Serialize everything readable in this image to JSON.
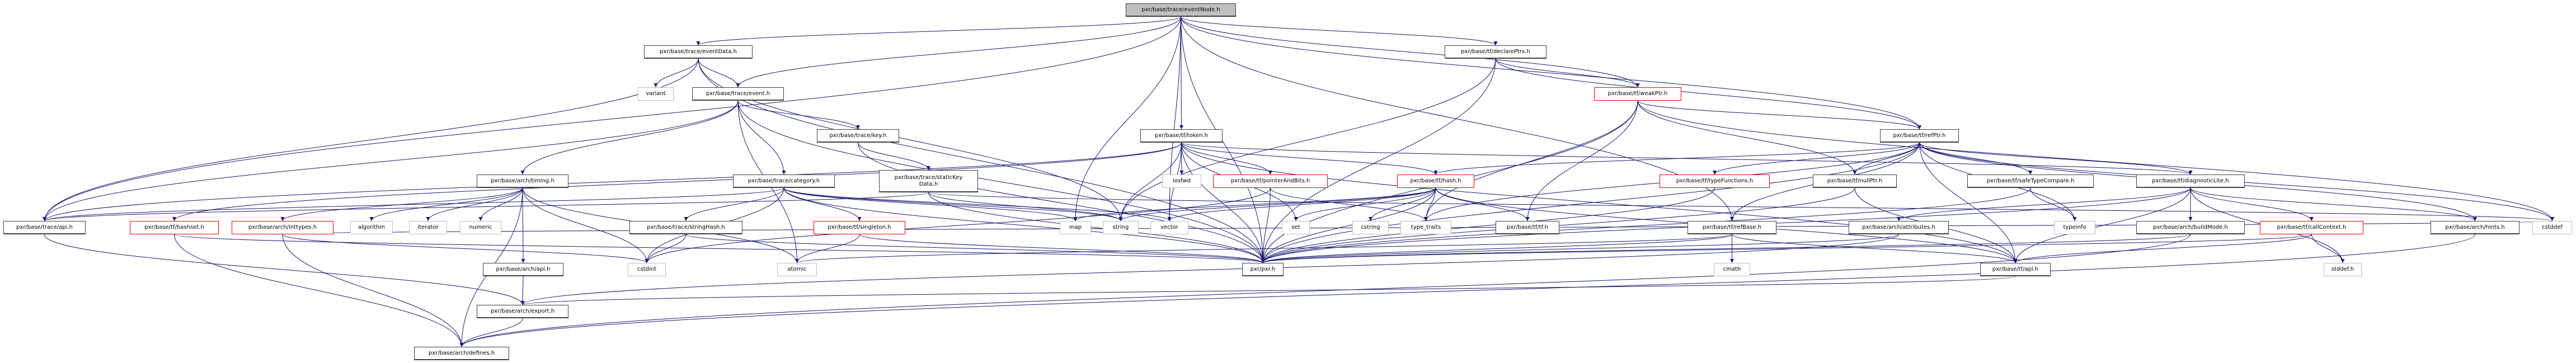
{
  "graph": {
    "title": "pxr/base/trace/eventNode.h",
    "colors": {
      "edge": "#191970",
      "root_fill": "#bfbfbf",
      "normal_border": "#404040",
      "truncated_border": "#ff0000",
      "system_border": "#bfbfbf"
    },
    "nodes": [
      {
        "id": "eventNode",
        "label": "pxr/base/trace/eventNode.h",
        "kind": "root"
      },
      {
        "id": "eventData",
        "label": "pxr/base/trace/eventData.h",
        "kind": "normal"
      },
      {
        "id": "declarePtrs",
        "label": "pxr/base/tf/declarePtrs.h",
        "kind": "normal"
      },
      {
        "id": "variant",
        "label": "variant",
        "kind": "sys"
      },
      {
        "id": "event",
        "label": "pxr/base/trace/event.h",
        "kind": "normal"
      },
      {
        "id": "weakPtr",
        "label": "pxr/base/tf/weakPtr.h",
        "kind": "red"
      },
      {
        "id": "key",
        "label": "pxr/base/trace/key.h",
        "kind": "normal"
      },
      {
        "id": "token",
        "label": "pxr/base/tf/token.h",
        "kind": "normal"
      },
      {
        "id": "refPtr",
        "label": "pxr/base/tf/refPtr.h",
        "kind": "normal"
      },
      {
        "id": "timing",
        "label": "pxr/base/arch/timing.h",
        "kind": "normal"
      },
      {
        "id": "category",
        "label": "pxr/base/trace/category.h",
        "kind": "normal"
      },
      {
        "id": "staticKeyData",
        "label": "pxr/base/trace/staticKey\nData.h",
        "kind": "normal"
      },
      {
        "id": "iosfwd",
        "label": "iosfwd",
        "kind": "sys"
      },
      {
        "id": "pointerAndBits",
        "label": "pxr/base/tf/pointerAndBits.h",
        "kind": "red"
      },
      {
        "id": "hash",
        "label": "pxr/base/tf/hash.h",
        "kind": "red"
      },
      {
        "id": "typeFunctions",
        "label": "pxr/base/tf/typeFunctions.h",
        "kind": "red"
      },
      {
        "id": "nullPtr",
        "label": "pxr/base/tf/nullPtr.h",
        "kind": "normal"
      },
      {
        "id": "safeTypeCompare",
        "label": "pxr/base/tf/safeTypeCompare.h",
        "kind": "normal"
      },
      {
        "id": "diagnosticLite",
        "label": "pxr/base/tf/diagnosticLite.h",
        "kind": "normal"
      },
      {
        "id": "traceApi",
        "label": "pxr/base/trace/api.h",
        "kind": "normal"
      },
      {
        "id": "hashset",
        "label": "pxr/base/tf/hashset.h",
        "kind": "red"
      },
      {
        "id": "inttypes",
        "label": "pxr/base/arch/inttypes.h",
        "kind": "red"
      },
      {
        "id": "algorithm",
        "label": "algorithm",
        "kind": "sys"
      },
      {
        "id": "iterator",
        "label": "iterator",
        "kind": "sys"
      },
      {
        "id": "numeric",
        "label": "numeric",
        "kind": "sys"
      },
      {
        "id": "stringHash",
        "label": "pxr/base/trace/stringHash.h",
        "kind": "normal"
      },
      {
        "id": "singleton",
        "label": "pxr/base/tf/singleton.h",
        "kind": "red"
      },
      {
        "id": "map",
        "label": "map",
        "kind": "sys"
      },
      {
        "id": "string",
        "label": "string",
        "kind": "sys"
      },
      {
        "id": "vector",
        "label": "vector",
        "kind": "sys"
      },
      {
        "id": "set",
        "label": "set",
        "kind": "sys"
      },
      {
        "id": "cstring",
        "label": "cstring",
        "kind": "sys"
      },
      {
        "id": "type_traits",
        "label": "type_traits",
        "kind": "sys"
      },
      {
        "id": "tf",
        "label": "pxr/base/tf/tf.h",
        "kind": "normal"
      },
      {
        "id": "refBase",
        "label": "pxr/base/tf/refBase.h",
        "kind": "normal"
      },
      {
        "id": "attributes",
        "label": "pxr/base/arch/attributes.h",
        "kind": "normal"
      },
      {
        "id": "typeinfo",
        "label": "typeinfo",
        "kind": "sys"
      },
      {
        "id": "buildMode",
        "label": "pxr/base/arch/buildMode.h",
        "kind": "normal"
      },
      {
        "id": "callContext",
        "label": "pxr/base/tf/callContext.h",
        "kind": "red"
      },
      {
        "id": "hints",
        "label": "pxr/base/arch/hints.h",
        "kind": "normal"
      },
      {
        "id": "cstddef",
        "label": "cstddef",
        "kind": "sys"
      },
      {
        "id": "archApi",
        "label": "pxr/base/arch/api.h",
        "kind": "normal"
      },
      {
        "id": "cstdint",
        "label": "cstdint",
        "kind": "sys"
      },
      {
        "id": "atomic",
        "label": "atomic",
        "kind": "sys"
      },
      {
        "id": "pxr",
        "label": "pxr/pxr.h",
        "kind": "normal"
      },
      {
        "id": "cmath",
        "label": "cmath",
        "kind": "sys"
      },
      {
        "id": "tfApi",
        "label": "pxr/base/tf/api.h",
        "kind": "normal"
      },
      {
        "id": "stddef",
        "label": "stddef.h",
        "kind": "sys"
      },
      {
        "id": "export",
        "label": "pxr/base/arch/export.h",
        "kind": "normal"
      },
      {
        "id": "defines",
        "label": "pxr/base/arch/defines.h",
        "kind": "normal"
      }
    ],
    "edges": [
      [
        "eventNode",
        "eventData"
      ],
      [
        "eventNode",
        "declarePtrs"
      ],
      [
        "eventNode",
        "event"
      ],
      [
        "eventNode",
        "traceApi"
      ],
      [
        "eventNode",
        "token"
      ],
      [
        "eventNode",
        "refPtr"
      ],
      [
        "eventNode",
        "weakPtr"
      ],
      [
        "eventNode",
        "pxr"
      ],
      [
        "eventNode",
        "vector"
      ],
      [
        "eventNode",
        "map"
      ],
      [
        "eventNode",
        "refBase"
      ],
      [
        "eventData",
        "variant"
      ],
      [
        "eventData",
        "event"
      ],
      [
        "eventData",
        "traceApi"
      ],
      [
        "eventData",
        "pxr"
      ],
      [
        "eventData",
        "string"
      ],
      [
        "declarePtrs",
        "weakPtr"
      ],
      [
        "declarePtrs",
        "refPtr"
      ],
      [
        "declarePtrs",
        "pxr"
      ],
      [
        "declarePtrs",
        "string"
      ],
      [
        "event",
        "key"
      ],
      [
        "event",
        "category"
      ],
      [
        "event",
        "timing"
      ],
      [
        "event",
        "traceApi"
      ],
      [
        "event",
        "pxr"
      ],
      [
        "event",
        "atomic"
      ],
      [
        "weakPtr",
        "refPtr"
      ],
      [
        "weakPtr",
        "nullPtr"
      ],
      [
        "weakPtr",
        "tf"
      ],
      [
        "weakPtr",
        "pxr"
      ],
      [
        "weakPtr",
        "type_traits"
      ],
      [
        "weakPtr",
        "cstddef"
      ],
      [
        "key",
        "staticKeyData"
      ],
      [
        "key",
        "pxr"
      ],
      [
        "token",
        "pointerAndBits"
      ],
      [
        "token",
        "hash"
      ],
      [
        "token",
        "iosfwd"
      ],
      [
        "token",
        "diagnosticLite"
      ],
      [
        "token",
        "hashset"
      ],
      [
        "token",
        "traceApi"
      ],
      [
        "token",
        "string"
      ],
      [
        "token",
        "vector"
      ],
      [
        "token",
        "set"
      ],
      [
        "token",
        "pxr"
      ],
      [
        "token",
        "tfApi"
      ],
      [
        "refPtr",
        "hash"
      ],
      [
        "refPtr",
        "typeFunctions"
      ],
      [
        "refPtr",
        "nullPtr"
      ],
      [
        "refPtr",
        "safeTypeCompare"
      ],
      [
        "refPtr",
        "diagnosticLite"
      ],
      [
        "refPtr",
        "refBase"
      ],
      [
        "refPtr",
        "hints"
      ],
      [
        "refPtr",
        "cstddef"
      ],
      [
        "refPtr",
        "typeinfo"
      ],
      [
        "refPtr",
        "type_traits"
      ],
      [
        "refPtr",
        "pxr"
      ],
      [
        "refPtr",
        "tfApi"
      ],
      [
        "timing",
        "archApi"
      ],
      [
        "timing",
        "defines"
      ],
      [
        "timing",
        "inttypes"
      ],
      [
        "timing",
        "algorithm"
      ],
      [
        "timing",
        "iterator"
      ],
      [
        "timing",
        "numeric"
      ],
      [
        "timing",
        "atomic"
      ],
      [
        "timing",
        "cstdint"
      ],
      [
        "category",
        "stringHash"
      ],
      [
        "category",
        "singleton"
      ],
      [
        "category",
        "traceApi"
      ],
      [
        "category",
        "map"
      ],
      [
        "category",
        "string"
      ],
      [
        "category",
        "vector"
      ],
      [
        "category",
        "pxr"
      ],
      [
        "category",
        "cstdint"
      ],
      [
        "staticKeyData",
        "traceApi"
      ],
      [
        "staticKeyData",
        "pxr"
      ],
      [
        "staticKeyData",
        "string"
      ],
      [
        "staticKeyData",
        "cstddef"
      ],
      [
        "pointerAndBits",
        "type_traits"
      ],
      [
        "pointerAndBits",
        "pxr"
      ],
      [
        "pointerAndBits",
        "cstdint"
      ],
      [
        "hash",
        "set"
      ],
      [
        "hash",
        "cstring"
      ],
      [
        "hash",
        "type_traits"
      ],
      [
        "hash",
        "tf"
      ],
      [
        "hash",
        "map"
      ],
      [
        "hash",
        "string"
      ],
      [
        "hash",
        "vector"
      ],
      [
        "hash",
        "pxr"
      ],
      [
        "hash",
        "tfApi"
      ],
      [
        "typeFunctions",
        "pxr"
      ],
      [
        "nullPtr",
        "pxr"
      ],
      [
        "nullPtr",
        "tfApi"
      ],
      [
        "safeTypeCompare",
        "typeinfo"
      ],
      [
        "safeTypeCompare",
        "pxr"
      ],
      [
        "diagnosticLite",
        "buildMode"
      ],
      [
        "diagnosticLite",
        "callContext"
      ],
      [
        "diagnosticLite",
        "hints"
      ],
      [
        "diagnosticLite",
        "attributes"
      ],
      [
        "diagnosticLite",
        "stddef"
      ],
      [
        "diagnosticLite",
        "tfApi"
      ],
      [
        "diagnosticLite",
        "pxr"
      ],
      [
        "traceApi",
        "export"
      ],
      [
        "hashset",
        "pxr"
      ],
      [
        "hashset",
        "defines"
      ],
      [
        "inttypes",
        "defines"
      ],
      [
        "inttypes",
        "cstddef"
      ],
      [
        "inttypes",
        "cstdint"
      ],
      [
        "stringHash",
        "cstdint"
      ],
      [
        "stringHash",
        "pxr"
      ],
      [
        "singleton",
        "atomic"
      ],
      [
        "singleton",
        "pxr"
      ],
      [
        "refBase",
        "cmath"
      ],
      [
        "refBase",
        "tfApi"
      ],
      [
        "refBase",
        "pxr"
      ],
      [
        "refBase",
        "atomic"
      ],
      [
        "attributes",
        "export"
      ],
      [
        "attributes",
        "pxr"
      ],
      [
        "buildMode",
        "defines"
      ],
      [
        "buildMode",
        "pxr"
      ],
      [
        "callContext",
        "stddef"
      ],
      [
        "callContext",
        "tfApi"
      ],
      [
        "callContext",
        "pxr"
      ],
      [
        "hints",
        "defines"
      ],
      [
        "archApi",
        "export"
      ],
      [
        "tfApi",
        "export"
      ],
      [
        "export",
        "defines"
      ]
    ]
  }
}
